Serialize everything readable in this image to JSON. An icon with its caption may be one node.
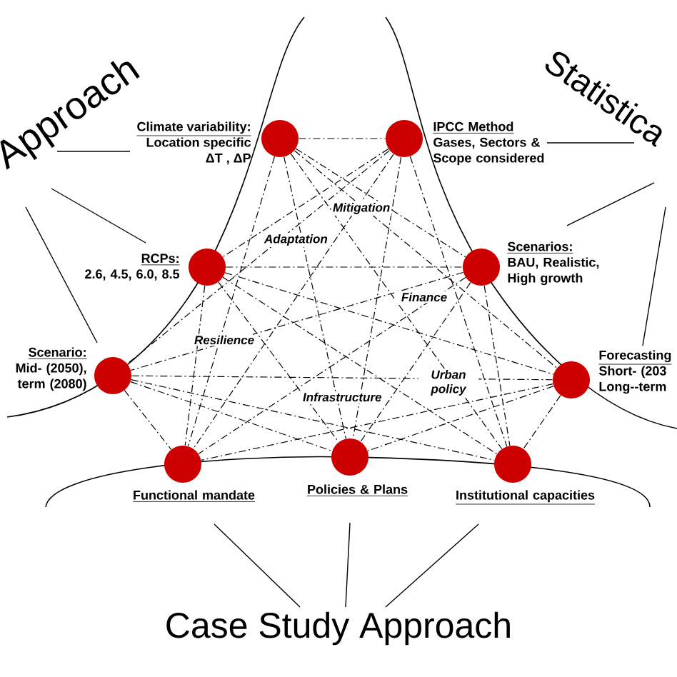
{
  "diagram": {
    "nodes": [
      {
        "text": [
          "Climate variability:",
          "Location specific ΔT , ΔP"
        ]
      },
      {
        "text": [
          "IPCC Method",
          "Gases, Sectors & Scope considered"
        ]
      },
      {
        "text": [
          "RCPs:",
          "2.6, 4.5, 6.0, 8.5"
        ]
      },
      {
        "text": [
          "Scenarios:",
          "BAU, Realistic, High growth"
        ]
      },
      {
        "text": [
          "Scenario:",
          "Mid- (2050), term (2080)"
        ]
      },
      {
        "text": [
          "Forecasting",
          "Short- (203 Long--term"
        ]
      },
      {
        "text": [
          "Functional mandate"
        ]
      },
      {
        "text": [
          "Policies & Plans"
        ]
      },
      {
        "text": [
          "Institutional capacities"
        ]
      },
      {
        "text": [
          "Approach"
        ]
      },
      {
        "text": [
          "Statistica"
        ]
      },
      {
        "text": [
          "Case Study Approach"
        ]
      }
    ],
    "edges": [
      {
        "from": 0,
        "to": 1,
        "arrow": "none",
        "style": "dashed"
      },
      {
        "from": 0,
        "to": 3,
        "arrow": "none",
        "style": "dashed"
      },
      {
        "from": 0,
        "to": 5,
        "arrow": "none",
        "style": "dashed"
      },
      {
        "from": 0,
        "to": 6,
        "arrow": "none",
        "style": "dashed"
      },
      {
        "from": 0,
        "to": 7,
        "arrow": "none",
        "style": "dashed"
      },
      {
        "from": 0,
        "to": 8,
        "arrow": "none",
        "style": "dashed"
      },
      {
        "from": 1,
        "to": 2,
        "arrow": "none",
        "style": "dashed"
      },
      {
        "from": 1,
        "to": 4,
        "arrow": "none",
        "style": "dashed"
      },
      {
        "from": 1,
        "to": 6,
        "arrow": "none",
        "style": "dashed"
      },
      {
        "from": 1,
        "to": 7,
        "arrow": "none",
        "style": "dashed"
      },
      {
        "from": 1,
        "to": 8,
        "arrow": "none",
        "style": "dashed"
      },
      {
        "from": 2,
        "to": 3,
        "arrow": "none",
        "style": "dashed"
      },
      {
        "from": 2,
        "to": 5,
        "arrow": "none",
        "style": "dashed"
      },
      {
        "from": 2,
        "to": 6,
        "arrow": "none",
        "style": "dashed"
      },
      {
        "from": 2,
        "to": 7,
        "arrow": "none",
        "style": "dashed"
      },
      {
        "from": 2,
        "to": 8,
        "arrow": "none",
        "style": "dashed"
      },
      {
        "from": 3,
        "to": 4,
        "arrow": "none",
        "style": "dashed"
      },
      {
        "from": 3,
        "to": 6,
        "arrow": "none",
        "style": "dashed"
      },
      {
        "from": 3,
        "to": 7,
        "arrow": "none",
        "style": "dashed"
      },
      {
        "from": 3,
        "to": 8,
        "arrow": "none",
        "style": "dashed"
      },
      {
        "from": 4,
        "to": 5,
        "arrow": "none",
        "style": "dashed"
      },
      {
        "from": 4,
        "to": 6,
        "arrow": "none",
        "style": "dashed"
      },
      {
        "from": 4,
        "to": 7,
        "arrow": "none",
        "style": "dashed"
      },
      {
        "from": 4,
        "to": 8,
        "arrow": "none",
        "style": "dashed"
      },
      {
        "from": 5,
        "to": 6,
        "arrow": "none",
        "style": "dashed"
      },
      {
        "from": 5,
        "to": 7,
        "arrow": "none",
        "style": "dashed"
      },
      {
        "from": 5,
        "to": 8,
        "arrow": "none",
        "style": "dashed"
      },
      {
        "from": 0,
        "to": 9,
        "arrow": "none"
      },
      {
        "from": 2,
        "to": 9,
        "arrow": "none"
      },
      {
        "from": 4,
        "to": 9,
        "arrow": "none"
      },
      {
        "from": 1,
        "to": 10,
        "arrow": "none"
      },
      {
        "from": 3,
        "to": 10,
        "arrow": "none"
      },
      {
        "from": 5,
        "to": 10,
        "arrow": "none"
      },
      {
        "from": 6,
        "to": 11,
        "arrow": "none"
      },
      {
        "from": 7,
        "to": 11,
        "arrow": "none"
      },
      {
        "from": 8,
        "to": 11,
        "arrow": "none"
      }
    ],
    "labels": [
      "Mitigation",
      "Adaptation",
      "Finance",
      "Resilience",
      "Infrastructure",
      "Urban policy"
    ]
  }
}
